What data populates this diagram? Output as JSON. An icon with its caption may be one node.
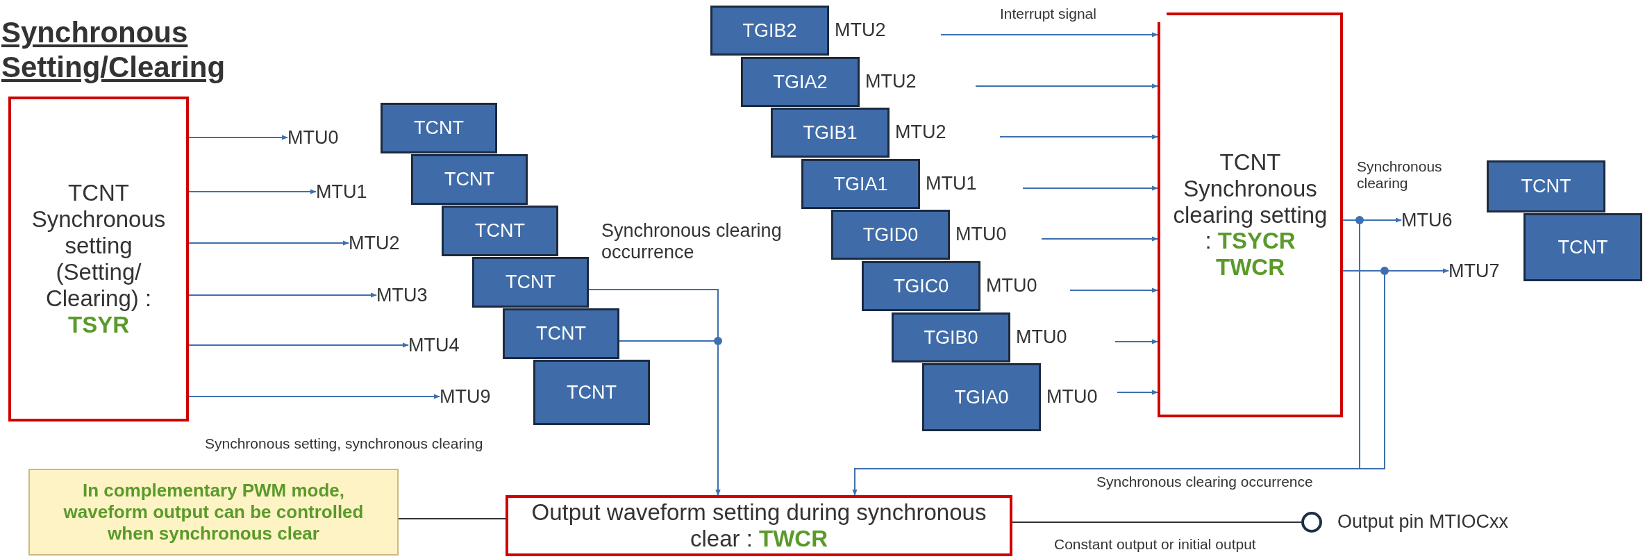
{
  "diagram": {
    "title": "Synchronous Setting/Clearing",
    "nodes": [
      {
        "text": [
          "TCNT Synchronous setting (Setting/ Clearing) : **TSYR**"
        ]
      },
      {
        "text": [
          "MTU0"
        ]
      },
      {
        "text": [
          "MTU1"
        ]
      },
      {
        "text": [
          "MTU2"
        ]
      },
      {
        "text": [
          "MTU3"
        ]
      },
      {
        "text": [
          "MTU4"
        ]
      },
      {
        "text": [
          "MTU9"
        ]
      },
      {
        "text": [
          "TCNT"
        ]
      },
      {
        "text": [
          "TCNT"
        ]
      },
      {
        "text": [
          "TCNT"
        ]
      },
      {
        "text": [
          "TCNT"
        ]
      },
      {
        "text": [
          "TCNT"
        ]
      },
      {
        "text": [
          "TCNT"
        ]
      },
      {
        "text": [
          "TGIB2"
        ],
        "beside": [
          "MTU2"
        ]
      },
      {
        "text": [
          "TGIA2"
        ],
        "beside": [
          "MTU2"
        ]
      },
      {
        "text": [
          "TGIB1"
        ],
        "beside": [
          "MTU2"
        ]
      },
      {
        "text": [
          "TGIA1"
        ],
        "beside": [
          "MTU1"
        ]
      },
      {
        "text": [
          "TGID0"
        ],
        "beside": [
          "MTU0"
        ]
      },
      {
        "text": [
          "TGIC0"
        ],
        "beside": [
          "MTU0"
        ]
      },
      {
        "text": [
          "TGIB0"
        ],
        "beside": [
          "MTU0"
        ]
      },
      {
        "text": [
          "TGIA0"
        ],
        "beside": [
          "MTU0"
        ]
      },
      {
        "text": [
          "TCNT Synchronous clearing setting : **TSYCR TWCR**"
        ]
      },
      {
        "text": [
          "MTU6"
        ]
      },
      {
        "text": [
          "MTU7"
        ]
      },
      {
        "text": [
          "TCNT"
        ]
      },
      {
        "text": [
          "TCNT"
        ]
      },
      {
        "text": [
          "In complementary PWM mode, waveform output can be controlled when synchronous clear"
        ]
      },
      {
        "text": [
          "Output waveform setting during synchronous clear : **TWCR**"
        ]
      },
      {
        "text": [],
        "shape": "circle",
        "beside": [
          "Output pin MTIOCxx"
        ]
      }
    ],
    "edges": [
      {
        "from": 0,
        "to": 1,
        "arrow": "to"
      },
      {
        "from": 0,
        "to": 2,
        "arrow": "to"
      },
      {
        "from": 0,
        "to": 3,
        "arrow": "to"
      },
      {
        "from": 0,
        "to": 4,
        "arrow": "to"
      },
      {
        "from": 0,
        "to": 5,
        "arrow": "to"
      },
      {
        "from": 0,
        "to": 6,
        "arrow": "to"
      },
      {
        "from": 10,
        "to": 27,
        "arrow": "to",
        "label": "Synchronous clearing occurrence"
      },
      {
        "from": 11,
        "to": 27,
        "arrow": "to"
      },
      {
        "from": null,
        "to": 21,
        "arrow": "to",
        "label": "Interrupt signal"
      },
      {
        "from": null,
        "to": 21,
        "arrow": "to"
      },
      {
        "from": null,
        "to": 21,
        "arrow": "to"
      },
      {
        "from": null,
        "to": 21,
        "arrow": "to"
      },
      {
        "from": null,
        "to": 21,
        "arrow": "to"
      },
      {
        "from": null,
        "to": 21,
        "arrow": "to"
      },
      {
        "from": null,
        "to": 21,
        "arrow": "to"
      },
      {
        "from": null,
        "to": 21,
        "arrow": "to"
      },
      {
        "from": 21,
        "to": 22,
        "arrow": "to",
        "label": "Synchronous clearing"
      },
      {
        "from": 21,
        "to": 23,
        "arrow": "to"
      },
      {
        "from": 21,
        "to": 27,
        "arrow": "to",
        "label": "Synchronous clearing occurrence"
      },
      {
        "from": 26,
        "to": 27,
        "arrow": "none",
        "color": "#333333"
      },
      {
        "from": 27,
        "to": 28,
        "arrow": "none",
        "color": "#333333",
        "label": "Constant output or initial output"
      }
    ],
    "labels": [
      "Synchronous setting, synchronous clearing"
    ]
  }
}
